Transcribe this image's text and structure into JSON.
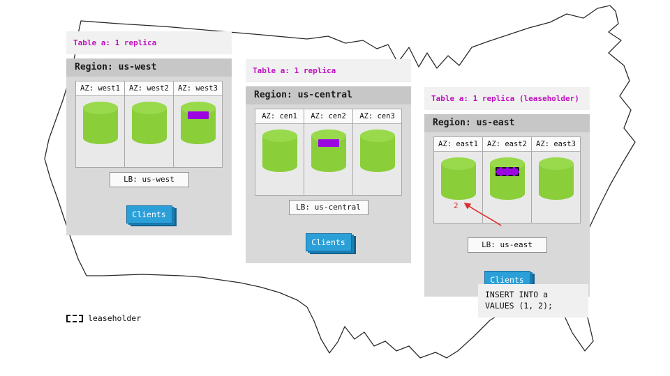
{
  "panels": [
    {
      "table_label": "Table a: 1 replica",
      "region_label": "Region: us-west",
      "azs": [
        {
          "label": "AZ: west1",
          "replica": false,
          "leaseholder": false
        },
        {
          "label": "AZ: west2",
          "replica": false,
          "leaseholder": false
        },
        {
          "label": "AZ: west3",
          "replica": true,
          "leaseholder": false
        }
      ],
      "lb_label": "LB: us-west",
      "clients_label": "Clients"
    },
    {
      "table_label": "Table a: 1 replica",
      "region_label": "Region: us-central",
      "azs": [
        {
          "label": "AZ: cen1",
          "replica": false,
          "leaseholder": false
        },
        {
          "label": "AZ: cen2",
          "replica": true,
          "leaseholder": false
        },
        {
          "label": "AZ: cen3",
          "replica": false,
          "leaseholder": false
        }
      ],
      "lb_label": "LB: us-central",
      "clients_label": "Clients"
    },
    {
      "table_label": "Table a: 1 replica (leaseholder)",
      "region_label": "Region: us-east",
      "azs": [
        {
          "label": "AZ: east1",
          "replica": false,
          "leaseholder": false
        },
        {
          "label": "AZ: east2",
          "replica": true,
          "leaseholder": true
        },
        {
          "label": "AZ: east3",
          "replica": false,
          "leaseholder": false
        }
      ],
      "lb_label": "LB: us-east",
      "clients_label": "Clients"
    }
  ],
  "annotation": {
    "step_number": "2"
  },
  "sql_note": {
    "line1": "INSERT INTO a",
    "line2": "VALUES (1, 2);"
  },
  "legend": {
    "label": "leaseholder"
  },
  "colors": {
    "cylinder_green": "#8ace39",
    "replica_purple": "#9a05e0",
    "clients_blue": "#2b9fd8",
    "table_label_magenta": "#bf10bf",
    "arrow_red": "#e02a2a"
  }
}
